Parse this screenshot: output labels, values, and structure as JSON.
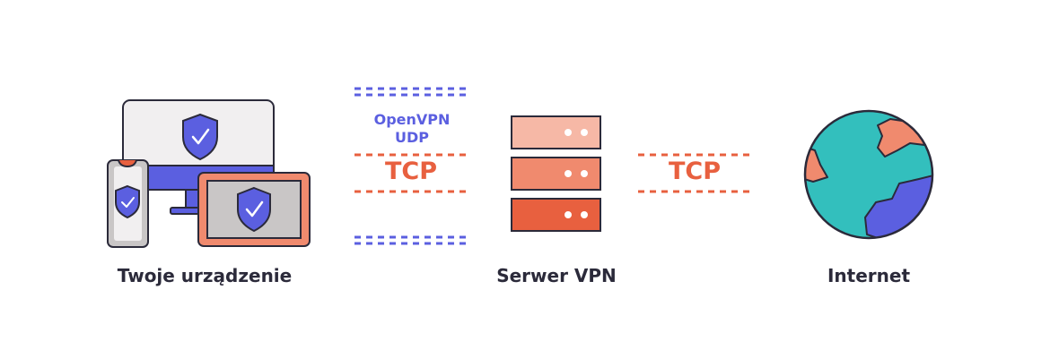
{
  "nodes": {
    "device": {
      "label": "Twoje urządzenie"
    },
    "server": {
      "label": "Serwer VPN"
    },
    "internet": {
      "label": "Internet"
    }
  },
  "protocols": {
    "openvpn_line1": "OpenVPN",
    "openvpn_line2": "UDP",
    "tcp_left": "TCP",
    "tcp_right": "TCP"
  },
  "colors": {
    "ink": "#2b2a3a",
    "blue": "#5b5fe0",
    "orange": "#e8603f",
    "salmon": "#f08a6e",
    "peach": "#f6b8a6",
    "teal": "#33bfbd",
    "screen_grey": "#f1eff0",
    "inner_grey": "#c9c6c6"
  }
}
